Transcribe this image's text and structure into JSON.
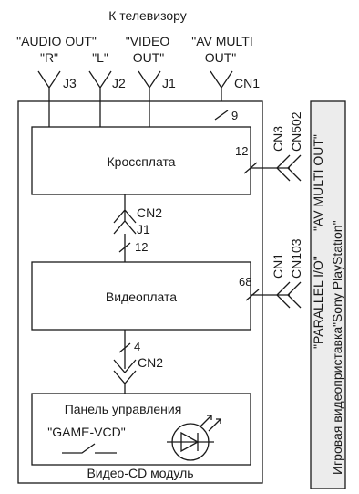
{
  "header": {
    "title": "К телевизору"
  },
  "outputs": [
    {
      "line1": "\"AUDIO OUT\"",
      "line2": "\"R\"",
      "connector": "J3"
    },
    {
      "line1": "",
      "line2": "\"L\"",
      "connector": "J2"
    },
    {
      "line1": "\"VIDEO",
      "line2": "OUT\"",
      "connector": "J1"
    },
    {
      "line1": "\"AV MULTI",
      "line2": "OUT\"",
      "connector": "CN1"
    }
  ],
  "wire_counts": {
    "av_multi": "9",
    "cross_to_cn3": "12",
    "cross_to_video": "12",
    "video_to_cn1": "68",
    "video_to_panel": "4"
  },
  "blocks": {
    "cross_board": "Кроссплата",
    "video_board": "Видеоплата",
    "control_panel": "Панель управления",
    "game_vcd": "\"GAME-VCD\"",
    "module": "Видео-CD модуль"
  },
  "connectors": {
    "cn2_top": "CN2",
    "j1_mid": "J1",
    "cn2_bottom": "CN2",
    "cn3": "CN3",
    "cn502": "CN502",
    "cn1_side": "CN1",
    "cn103": "CN103"
  },
  "side_labels": {
    "av_multi_out": "\"AV MULTI OUT\"",
    "parallel_io": "\"PARALLEL I/O\"",
    "console_line1": "Игровая видеоприставка",
    "console_line2": "\"Sony PlayStation\""
  }
}
